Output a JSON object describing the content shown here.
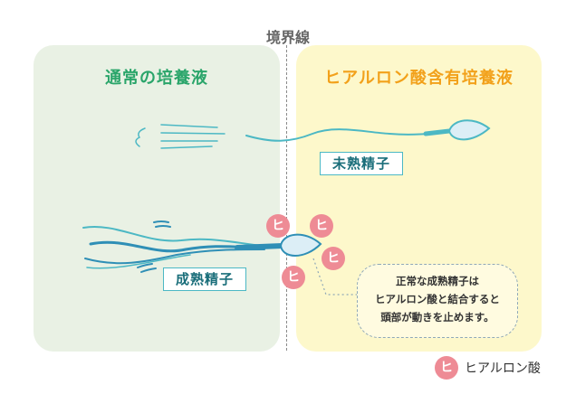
{
  "boundary_label": "境界線",
  "left_panel": {
    "title": "通常の培養液"
  },
  "right_panel": {
    "title": "ヒアルロン酸含有培養液"
  },
  "labels": {
    "immature_sperm": "未熟精子",
    "mature_sperm": "成熟精子"
  },
  "note_lines": [
    "正常な成熟精子は",
    "ヒアルロン酸と結合すると",
    "頭部が動きを止めます。"
  ],
  "badge_text": "ヒ",
  "legend": {
    "badge_text": "ヒ",
    "label": "ヒアルロン酸"
  },
  "colors": {
    "left_panel_bg": "#e9f1e4",
    "right_panel_bg": "#fdf8cb",
    "left_title": "#2aa56a",
    "right_title": "#f2a11b",
    "sperm_teal": "#4cb8c4",
    "mature_sperm_blue": "#2f8fb6",
    "badge_pink": "#ee8b95"
  }
}
